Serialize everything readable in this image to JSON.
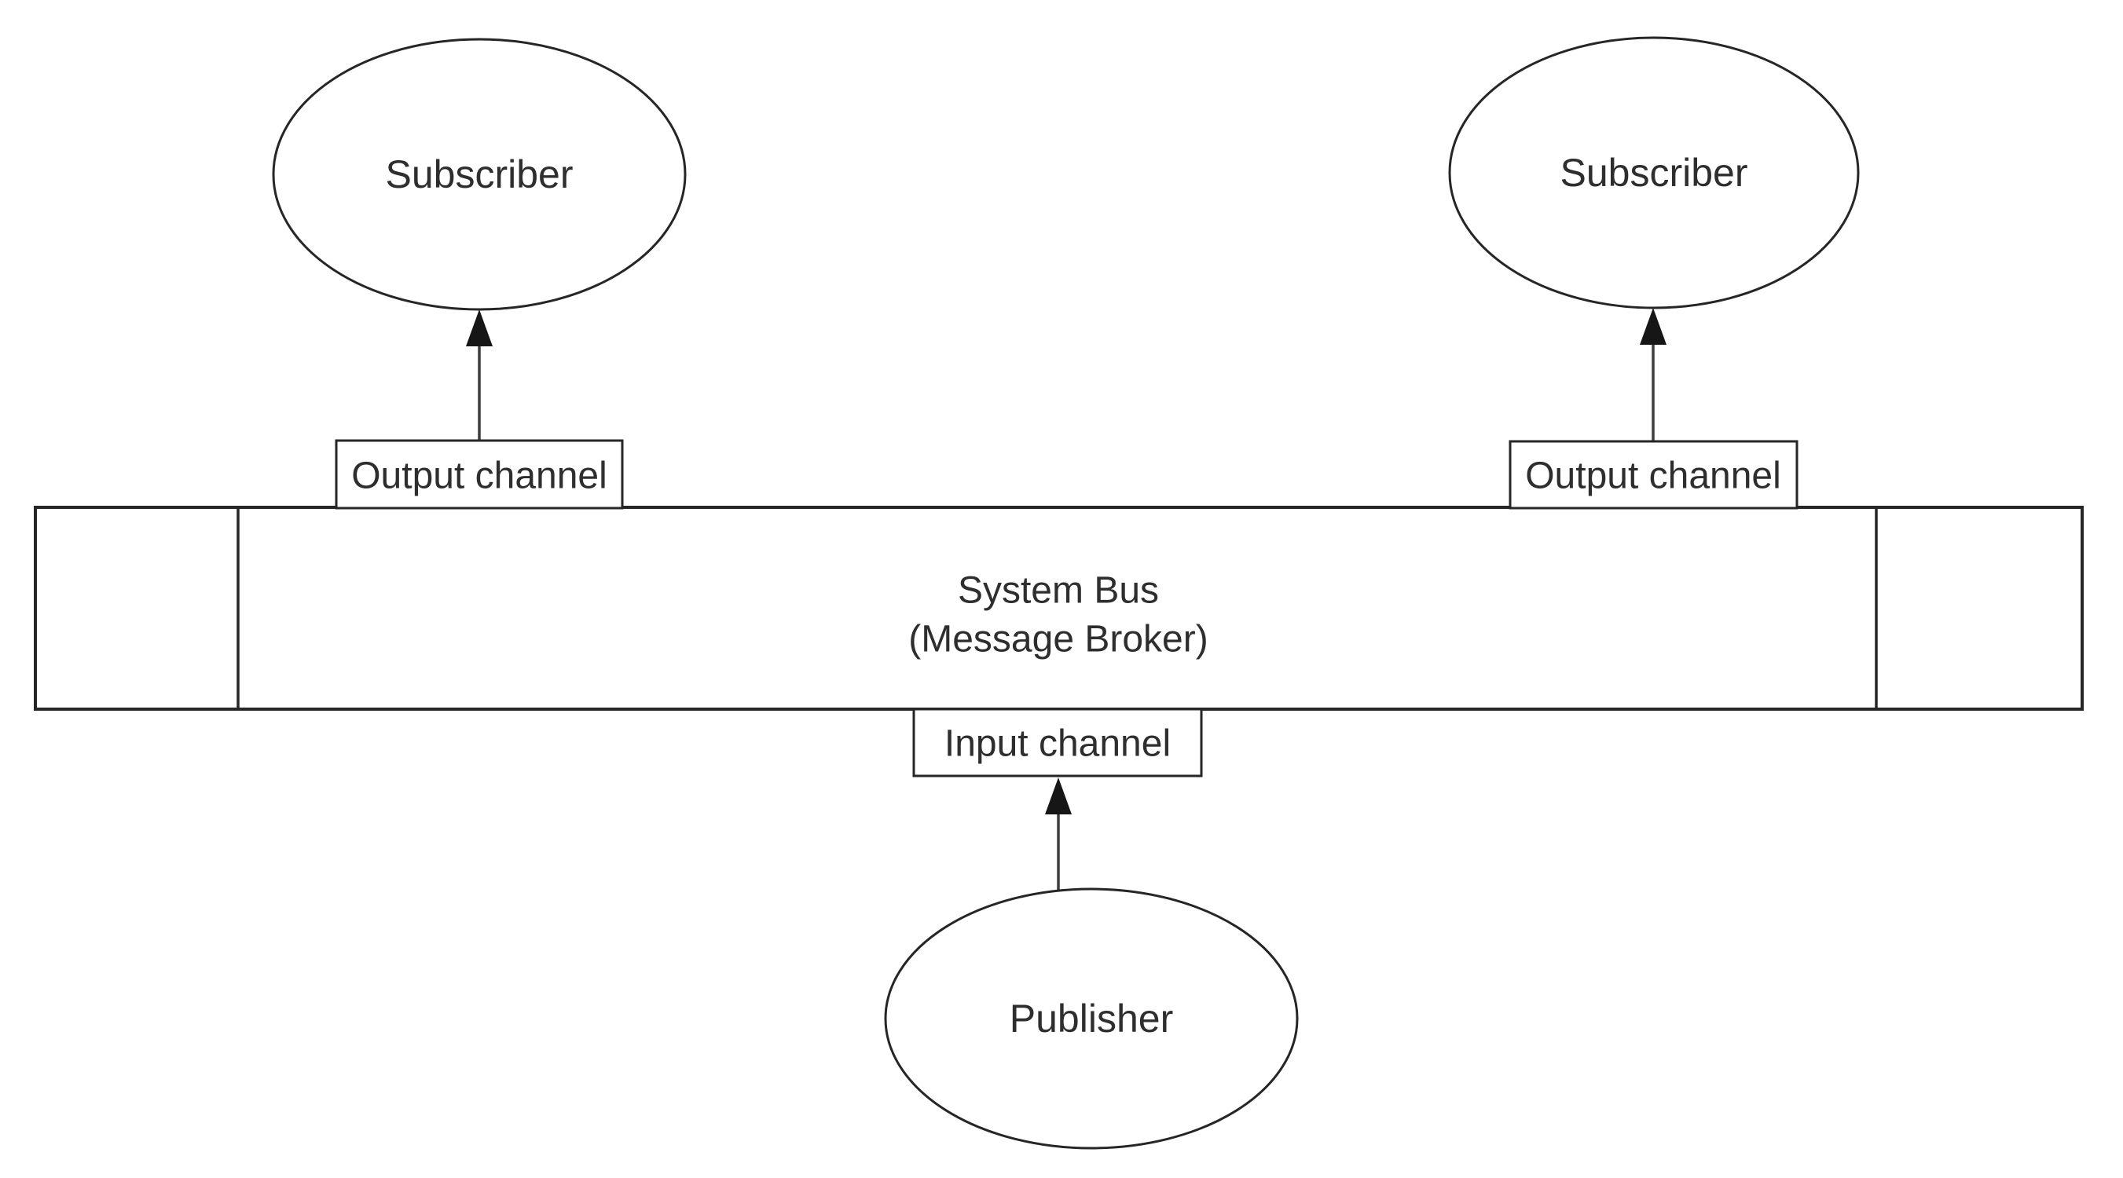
{
  "colors": {
    "canvas_bg": "#ffffff",
    "shape_fill": "#ffffff",
    "shape_stroke": "#262626",
    "edge_stroke": "#3d3d3d",
    "arrowhead_fill": "#161616",
    "label_text": "#2e2e2e"
  },
  "diagram": {
    "type": "publish-subscribe message bus diagram",
    "subscriber_left": {
      "label": "Subscriber"
    },
    "subscriber_right": {
      "label": "Subscriber"
    },
    "publisher": {
      "label": "Publisher"
    },
    "output_channel_left": {
      "label": "Output channel"
    },
    "output_channel_right": {
      "label": "Output channel"
    },
    "input_channel": {
      "label": "Input channel"
    },
    "system_bus": {
      "label_line1": "System Bus",
      "label_line2": "(Message Broker)"
    }
  }
}
